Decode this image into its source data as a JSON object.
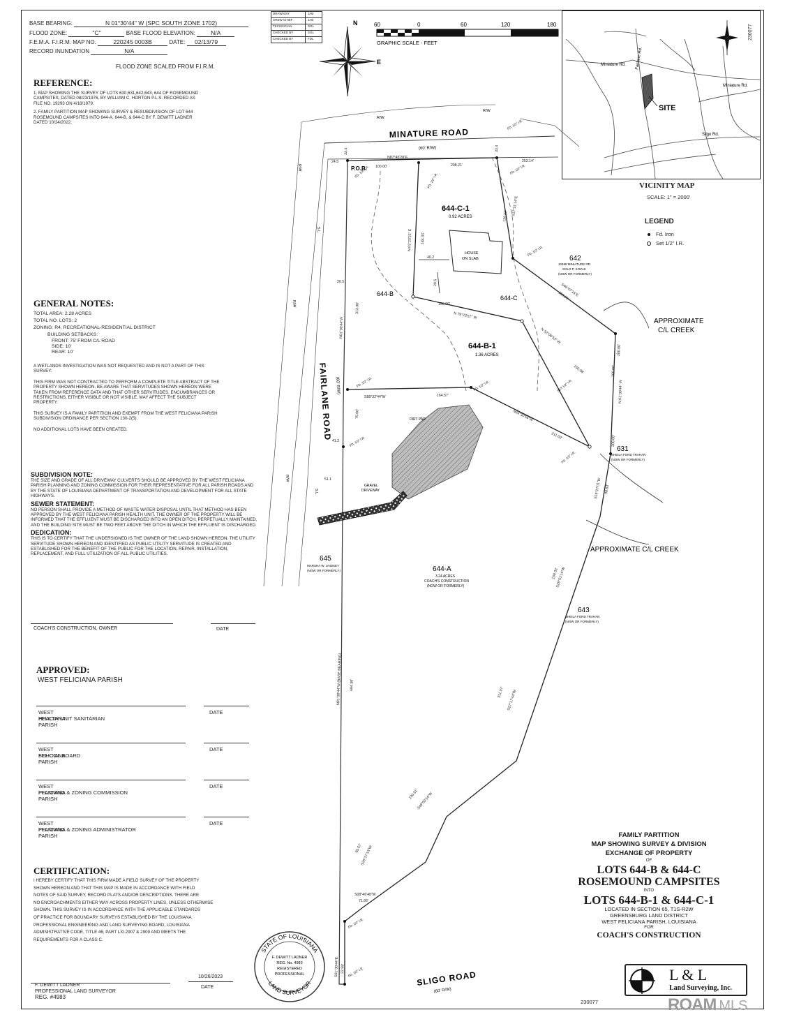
{
  "header": {
    "base_bearing_label": "BASE BEARING:",
    "base_bearing_value": "N 01°30'44\" W (SPC SOUTH ZONE 1702)",
    "flood_zone_label": "FLOOD ZONE:",
    "flood_zone_value": "\"C\"",
    "bfe_label": "BASE FLOOD ELEVATION:",
    "bfe_value": "N/A",
    "fema_label": "F.E.M.A. F.I.R.M. MAP NO.",
    "fema_value": "220245 0003B",
    "date_label": "DATE:",
    "date_value": "02/13/79",
    "inundation_label": "RECORD INUNDATION",
    "inundation_value": "N/A",
    "flood_note": "FLOOD ZONE SCALED FROM F.I.R.M."
  },
  "drawn_table": [
    [
      "DRAWN BY",
      "JAB"
    ],
    [
      "CREW CHIEF",
      "JAB"
    ],
    [
      "TECHNICIAN",
      "SGL"
    ],
    [
      "CHECKED BY",
      "SGL"
    ],
    [
      "CHECKED BY",
      "FDL"
    ]
  ],
  "north_arrow": {
    "n": "N",
    "e": "E"
  },
  "graphic_scale": {
    "ticks": [
      "60",
      "0",
      "60",
      "120",
      "180"
    ],
    "label": "GRAPHIC SCALE - FEET"
  },
  "job_number": "230077",
  "reference": {
    "title": "REFERENCE:",
    "items": [
      "1. MAP SHOWING THE SURVEY OF LOTS 630,631,642,643, 644 OF ROSEMOUND CAMPSITES, DATED 08/23/1976, BY WILLIAM C. HORTON P.L.S. RECORDED AS FILE NO. 19293 ON 4/18/1979.",
      "2. FAMILY PARTITION MAP SHOWING SURVEY & RESUBDIVISION OF LOT 644 ROSEMOUND CAMPSITES INTO 644-A, 644-B, & 644-C BY F. DEWITT LADNER DATED 10/24/2022."
    ]
  },
  "general_notes": {
    "title": "GENERAL NOTES:",
    "total_area": "TOTAL AREA: 2.28 ACRES",
    "total_lots": "TOTAL NO. LOTS: 2",
    "zoning": "ZONING:  R4, RECREATIONAL-RESIDENTIAL DISTRICT",
    "setbacks_title": "BUILDING SETBACKS:",
    "front": "FRONT: 75' FROM C/L ROAD",
    "side": "SIDE: 10'",
    "rear": "REAR: 10'",
    "paragraphs": [
      "A WETLANDS INVESTIGATION WAS NOT REQUESTED AND IS NOT A PART OF THIS SURVEY.",
      "THIS FIRM WAS NOT CONTRACTED TO PERFORM A COMPLETE TITLE ABSTRACT OF THE PROPERTY SHOWN HEREON. BE AWARE THAT SERVITUDES SHOWN HEREON WERE TAKEN FROM REFERENCE DATA AND THAT OTHER SERVITUDES, ENCUMBRANCES OR RESTRICTIONS, EITHER VISIBLE OR NOT VISIBLE, MAY AFFECT THE SUBJECT PROPERTY.",
      "THIS SURVEY IS A FAMILY PARTITION AND EXEMPT FROM THE WEST FELICIANA PARISH SUBDIVISION ORDINANCE PER SECTION 130-2(5).",
      "NO ADDITIONAL LOTS HAVE BEEN CREATED."
    ]
  },
  "subdivision_note": {
    "title": "SUBDIVISION NOTE:",
    "text": "THE SIZE AND GRADE OF ALL DRIVEWAY CULVERTS SHOULD BE APPROVED BY THE WEST FELICIANA PARISH PLANNING AND ZONING COMMISSION FOR THEIR REPRESENTATIVE FOR ALL PARISH ROADS AND BY THE STATE OF LOUISIANA DEPARTMENT OF TRANSPORTATION AND DEVELOPMENT FOR ALL STATE HIGHWAYS."
  },
  "sewer_statement": {
    "title": "SEWER STATEMENT:",
    "text": "NO PERSON SHALL PROVIDE A METHOD OF WASTE WATER DISPOSAL UNTIL THAT METHOD HAS BEEN APPROVED BY THE WEST FELICIANA PARISH HEALTH UNIT. THE OWNER OF THE PROPERTY WILL BE INFORMED THAT THE EFFLUENT MUST BE DISCHARGED INTO AN OPEN DITCH, PERPETUALLY MAINTAINED, AND THE BUILDING SITE MUST BE TWO FEET ABOVE THE DITCH IN WHICH THE EFFLUENT IS DISCHARGED."
  },
  "dedication": {
    "title": "DEDICATION:",
    "text": "THIS IS TO CERTIFY THAT THE UNDERSIGNED IS THE OWNER OF THE LAND SHOWN HEREON. THE UTILITY SERVITUDE SHOWN HEREON AND IDENTIFIED AS PUBLIC UTILITY SERVITUDE IS CREATED AND ESTABLISHED FOR THE BENEFIT OF THE PUBLIC FOR THE LOCATION, REPAIR, INSTALLATION, REPLACEMENT, AND FULL UTILIZATION OF ALL PUBLIC UTILITIES."
  },
  "owner_sig": {
    "name": "COACH'S CONSTRUCTION, OWNER",
    "date": "DATE"
  },
  "approved": {
    "title": "APPROVED:",
    "parish": "WEST FELICIANA PARISH",
    "entries": [
      {
        "l1": "WEST FELICIANA PARISH",
        "l2": "HEALTH UNIT SANITARIAN",
        "date": "DATE"
      },
      {
        "l1": "WEST FELICIANA PARISH",
        "l2": "SCHOOL BOARD",
        "date": "DATE"
      },
      {
        "l1": "WEST FELICIANA PARISH",
        "l2": "PLANNING & ZONING COMMISSION",
        "date": "DATE"
      },
      {
        "l1": "WEST FELICIANA PARISH",
        "l2": "PLANNING & ZONING ADMINISTRATOR",
        "date": "DATE"
      }
    ]
  },
  "certification": {
    "title": "CERTIFICATION:",
    "lines": [
      "I HEREBY CERTIFY THAT THIS FIRM MADE A FIELD SURVEY OF THE PROPERTY",
      "SHOWN HEREON AND THAT THIS MAP IS MADE IN ACCORDANCE WITH FIELD",
      "NOTES OF SAID SURVEY, RECORD PLATS AND/OR DESCRIPTIONS.  THERE ARE",
      "NO ENCROACHMENTS EITHER WAY ACROSS PROPERTY LINES, UNLESS OTHERWISE",
      "SHOWN.  THIS SURVEY IS IN ACCORDANCE WITH THE APPLICABLE STANDARDS",
      "OF PRACTICE FOR BOUNDARY SURVEYS ESTABLISHED BY THE LOUISIANA",
      "PROFESSIONAL ENGINEERING AND LAND SURVEYING BOARD, LOUISIANA",
      "ADMINISTRATIVE CODE, TITLE 46, PART LXI.2907 & 2909 AND MEETS THE",
      "REQUIREMENTS FOR A CLASS C."
    ]
  },
  "surveyor": {
    "name": "F. DEWITT LADNER",
    "title": "PROFESSIONAL LAND SURVEYOR",
    "reg": "REG. #4983",
    "date_value": "10/26/2023",
    "date_label": "DATE"
  },
  "seal": {
    "ring_top": "STATE OF LOUISIANA",
    "ring_bottom": "LAND SURVEYOR",
    "name": "F. DEWITT LADNER",
    "reg": "REG. No. 4983",
    "l3": "REGISTERED",
    "l4": "PROFESSIONAL"
  },
  "title_block": {
    "l1": "FAMILY PARTITION",
    "l2": "MAP SHOWING SURVEY & DIVISION",
    "l3": "EXCHANGE OF PROPERTY",
    "of": "OF",
    "lots1": "LOTS 644-B & 644-C",
    "campsites": "ROSEMOUND CAMPSITES",
    "into": "INTO",
    "lots2": "LOTS 644-B-1 & 644-C-1",
    "loc1": "LOCATED IN SECTION 65, T1S-R2W",
    "loc2": "GREENSBURG LAND DISTRICT",
    "loc3": "WEST FELICIANA PARISH, LOUISIANA",
    "for": "FOR",
    "client": "COACH'S CONSTRUCTION"
  },
  "company": {
    "name": "L & L",
    "sub": "Land Surveying, Inc."
  },
  "footer": {
    "job": "230077",
    "watermark": "ROAM",
    "watermark_suffix": "MLS"
  },
  "vicinity": {
    "title": "VICINITY MAP",
    "scale": "SCALE:  1\" = 2000'",
    "site": "SITE",
    "roads": [
      "Miniature Rd.",
      "Miniature Rd.",
      "Fairlane Rd.",
      "Sligo Rd."
    ]
  },
  "legend": {
    "title": "LEGEND",
    "found": "Fd. Iron",
    "set": "Set 1/2\" I.R."
  },
  "map": {
    "minature_road": "MINATURE ROAD",
    "minature_row": "(60' R/W)",
    "fairlane_road": "FAIRLANE ROAD",
    "fairlane_row": "(60' R/W)",
    "sligo_road": "SLIGO ROAD",
    "sligo_row": "(60' R/W)",
    "lot_c1": "644-C-1",
    "lot_c1_area": "0.92 ACRES",
    "lot_b1": "644-B-1",
    "lot_b1_area": "1.36 ACRES",
    "lot_b": "644-B",
    "lot_c": "644-C",
    "lot_a": "644-A",
    "lot_a_area": "3.24 ACRES",
    "lot_a_owner": "COACH'S CONSTRUCTION",
    "nof": "(NOW OR FORMERLY)",
    "house": "HOUSE",
    "on_slab": "ON SLAB",
    "pob": "P.O.B.",
    "dirt_pad": "DIRT PAD",
    "gravel": "GRAVEL",
    "driveway": "DRIVEWAY",
    "creek1_a": "APPROXIMATE",
    "creek1_b": "C/L CREEK",
    "creek2": "APPROXIMATE C/L CREEK",
    "lot642": "642",
    "lot642_owner": "SOLO P. KOZAK",
    "lot642_addr": "10488 MINIATURE RD.",
    "lot631": "631",
    "lot631_owner": "SHEILA FORD TRAHAN",
    "lot643": "643",
    "lot643_owner": "SHEILA FORD TRAHAN",
    "lot645": "645",
    "lot645_owner": "MARSHA W. LINDSEY",
    "fd_ir": "FD. 1/2\" I.R.",
    "set_ir": "SET 1/2\" I.R.",
    "brg_top": "N87°45'28\"E",
    "dist_100": "100.00'",
    "dist_208": "208.21'",
    "dist_253": "253.14'",
    "brg_c1_w": "N 02°23'22\" E",
    "dist_184": "184.33'",
    "brg_c1_e": "S17°31'14\"E",
    "dist_139": "139.00'",
    "brg_b1_n": "N 79°23'57\" W",
    "dist_155": "155.00'",
    "brg_diag": "S46°47'16\"E",
    "dist_190": "190.19'",
    "brg_mid": "N 52°06'53\" W",
    "dist_150": "150.98'",
    "brg_bot1": "S88°32'44\"W",
    "dist_164": "164.57'",
    "brg_bot2": "N64°30'56\"W",
    "dist_211": "211.02'",
    "brg_east": "N 01°30'44\" W",
    "dist_200": "200.00'",
    "dist_40": "40.2",
    "dist_41": "41.2",
    "dist_51": "51.1",
    "dist_24": "24.5",
    "dist_33": "33.4",
    "dist_205": "20.5",
    "dist_313": "313.30'",
    "dist_694": "694.39'",
    "dist_75": "75.00'",
    "brg_w": "N01°30'44\"W",
    "brg_w2": "N01°30'44\"W (BASE BEARING)",
    "brg_r1": "S19°27'01\"W",
    "dist_r1": "98.63'",
    "brg_r2": "S29°51'14\"W",
    "dist_r2": "159.33'",
    "brg_r3": "S27°17'44\"W",
    "dist_r3": "311.07'",
    "brg_r4": "S49°00'14\"W",
    "dist_r4": "130.51'",
    "brg_r5": "S26°27'13\"W",
    "dist_r5": "60.57'",
    "brg_r6": "S08°46'48\"W",
    "dist_r6": "71.66'",
    "brg_r7": "S01°30'44\"E",
    "dist_r7": "22.59'",
    "rw": "R/W",
    "sl": "S.L."
  }
}
